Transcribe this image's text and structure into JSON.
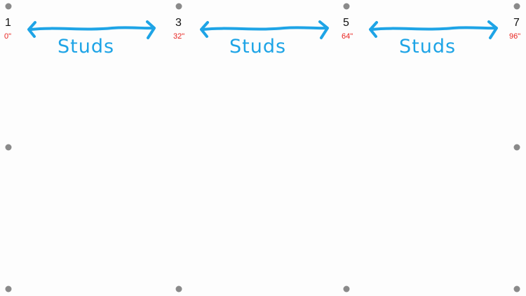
{
  "studs": [
    {
      "number": "1",
      "inches": "0\""
    },
    {
      "number": "3",
      "inches": "32\""
    },
    {
      "number": "5",
      "inches": "64\""
    },
    {
      "number": "7",
      "inches": "96\""
    }
  ],
  "spans": [
    {
      "label": "Studs"
    },
    {
      "label": "Studs"
    },
    {
      "label": "Studs"
    }
  ],
  "colors": {
    "arrow": "#1ea4e6",
    "inch_text": "#e8231f",
    "dot": "#8a8a8a"
  }
}
